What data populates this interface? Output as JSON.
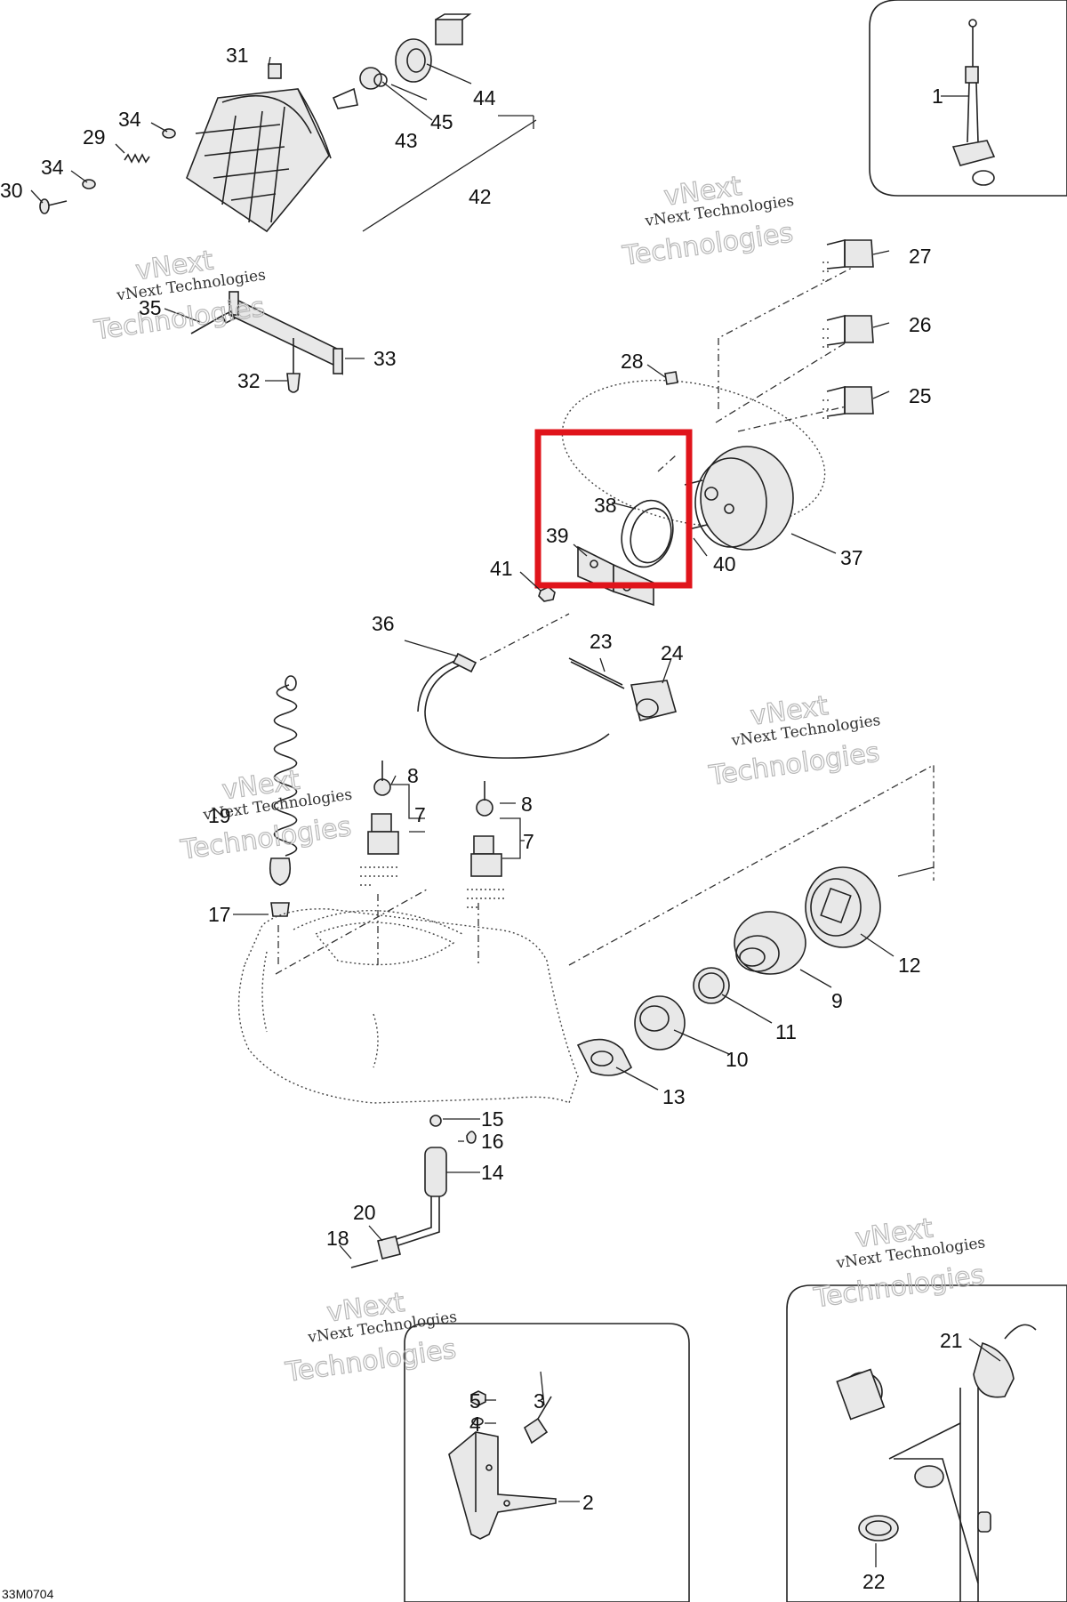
{
  "diagram": {
    "code": "33M0704",
    "watermark_line1": "vNext Technologies",
    "watermark_line2": "vNext",
    "watermark_line3": "Technologies",
    "highlight_color": "#e0141b",
    "callouts": [
      "1",
      "2",
      "3",
      "4",
      "5",
      "7",
      "7",
      "8",
      "8",
      "9",
      "10",
      "11",
      "12",
      "13",
      "14",
      "15",
      "16",
      "17",
      "18",
      "19",
      "20",
      "21",
      "22",
      "23",
      "24",
      "25",
      "26",
      "27",
      "28",
      "29",
      "30",
      "31",
      "32",
      "33",
      "34",
      "34",
      "35",
      "36",
      "37",
      "38",
      "39",
      "40",
      "41",
      "42",
      "43",
      "44",
      "45"
    ]
  }
}
